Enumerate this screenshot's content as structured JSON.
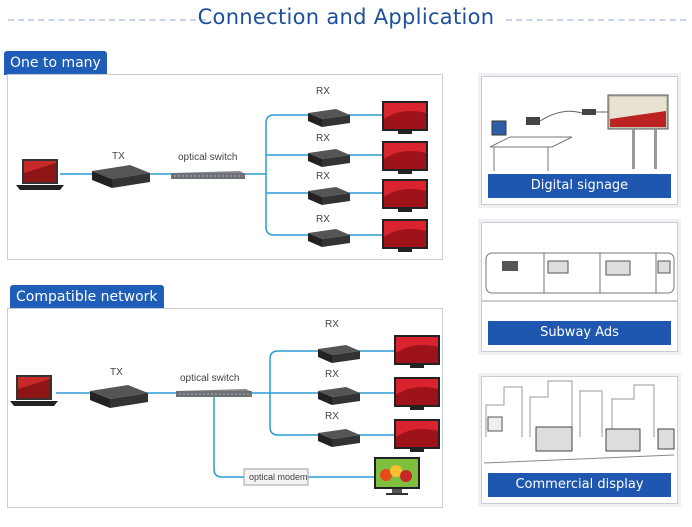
{
  "title": "Connection and Application",
  "sections": {
    "one_to_many": {
      "label": "One to many",
      "tx_label": "TX",
      "switch_label": "optical switch",
      "rx_labels": [
        "RX",
        "RX",
        "RX",
        "RX"
      ]
    },
    "compatible": {
      "label": "Compatible network",
      "tx_label": "TX",
      "switch_label": "optical switch",
      "rx_labels": [
        "RX",
        "RX",
        "RX"
      ],
      "modem_label": "optical modem"
    }
  },
  "applications": [
    {
      "caption": "Digital signage"
    },
    {
      "caption": "Subway Ads"
    },
    {
      "caption": "Commercial display"
    }
  ],
  "colors": {
    "title": "#1d4f9c",
    "label_bg": "#1e5eb8",
    "caption_bg": "#1f57b0",
    "cable": "#2a9bd6",
    "screen_red": "#d9232e"
  }
}
